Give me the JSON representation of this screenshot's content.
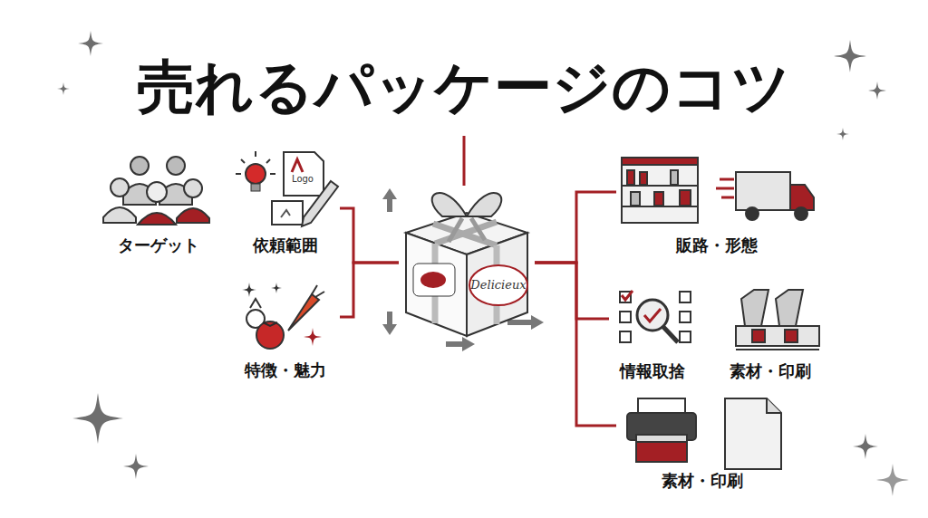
{
  "diagram": {
    "title": "売れるパッケージのコツ",
    "nodes": [
      {
        "text": [
          "ターゲット"
        ]
      },
      {
        "text": [
          "依頼範囲"
        ]
      },
      {
        "text": [
          "特徴・魅力"
        ]
      },
      {
        "text": [
          "Delicieux"
        ]
      },
      {
        "text": [
          "販路・形態"
        ]
      },
      {
        "text": [
          "情報取捨"
        ]
      },
      {
        "text": [
          "素材・印刷"
        ]
      },
      {
        "text": [
          "素材・印刷"
        ]
      }
    ],
    "edges": [
      {
        "from": 1,
        "to": 3,
        "arrow": "none"
      },
      {
        "from": 2,
        "to": 3,
        "arrow": "none"
      },
      {
        "from": 3,
        "to": 4,
        "arrow": "none"
      },
      {
        "from": 3,
        "to": 5,
        "arrow": "none"
      },
      {
        "from": 3,
        "to": 7,
        "arrow": "none"
      }
    ],
    "labels": [
      "Logo"
    ]
  }
}
